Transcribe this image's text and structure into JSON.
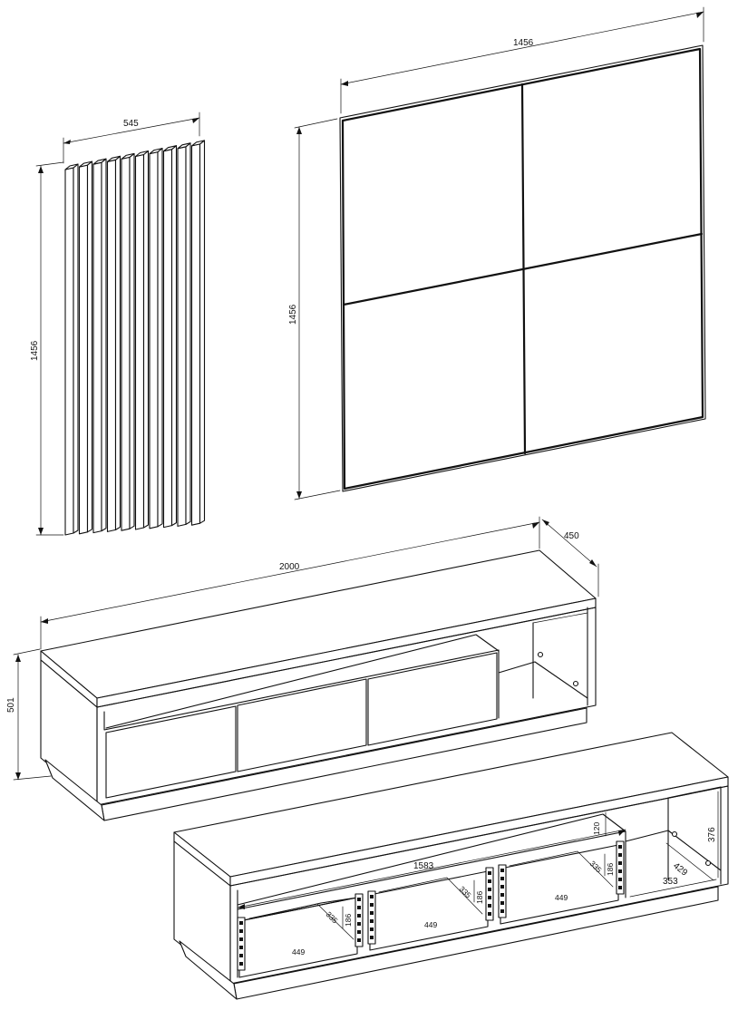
{
  "slat_panel": {
    "width_label": "545",
    "height_label": "1456"
  },
  "square_panel": {
    "width_label": "1456",
    "height_label": "1456"
  },
  "tv_unit": {
    "length_label": "2000",
    "depth_label": "450",
    "height_label": "501"
  },
  "interior": {
    "total_width_label": "1583",
    "drawer_width_label": "449",
    "drawer_depth_label": "335",
    "drawer_height_label": "186",
    "shelf_gap_label": "120",
    "open_width_label": "353",
    "open_depth_label": "429",
    "open_height_label": "376"
  },
  "colors": {
    "line": "#111111",
    "background": "#ffffff"
  }
}
